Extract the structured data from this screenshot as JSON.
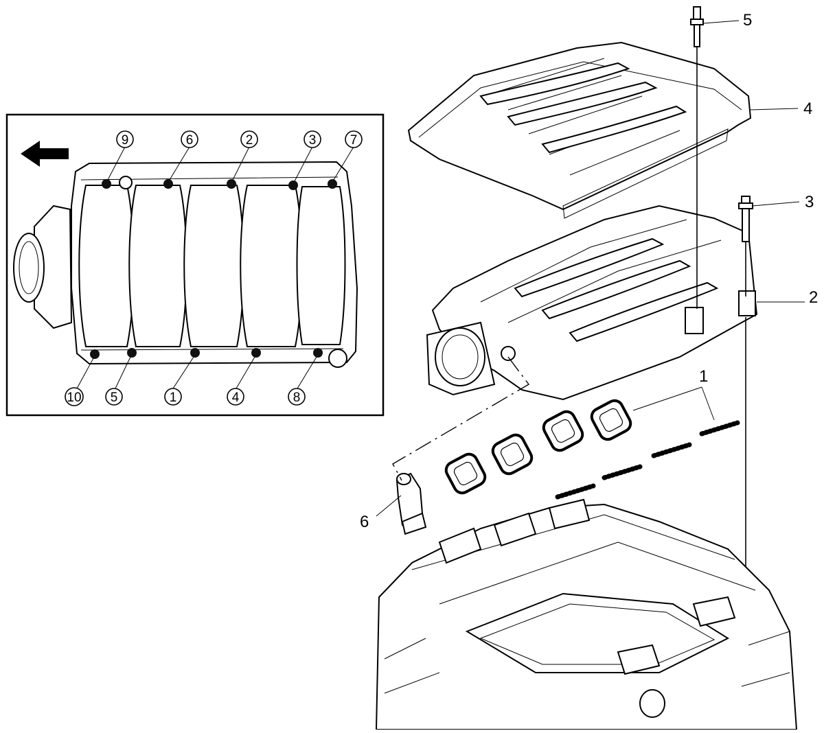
{
  "callouts": {
    "c1": "1",
    "c2": "2",
    "c3": "3",
    "c4": "4",
    "c5": "5",
    "c6": "6"
  },
  "sequence": {
    "top_row": [
      "9",
      "6",
      "2",
      "3",
      "7"
    ],
    "bottom_row": [
      "10",
      "5",
      "1",
      "4",
      "8"
    ]
  },
  "icons": {
    "direction_arrow": "arrow-left-icon"
  }
}
